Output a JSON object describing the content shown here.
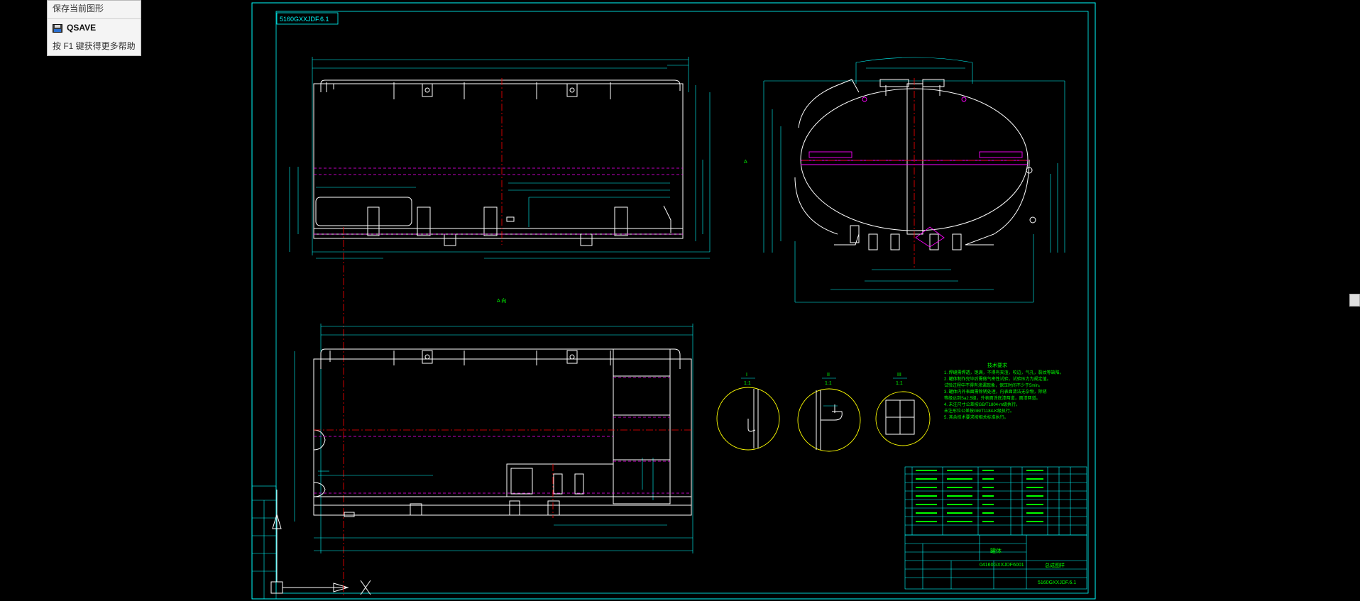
{
  "tooltip": {
    "description": "保存当前图形",
    "command": "QSAVE",
    "help": "按 F1 键获得更多帮助",
    "icon": "save-disk-icon"
  },
  "drawing": {
    "frame_tag": "5160GXXJDF.6.1",
    "view_label_a": "A",
    "view_label_a2": "A 向",
    "details": [
      {
        "top": "I",
        "bottom": "1:1"
      },
      {
        "top": "II",
        "bottom": "1:1"
      },
      {
        "top": "III",
        "bottom": "1:1"
      }
    ],
    "notes_title": "技术要求",
    "notes": [
      "1. 焊缝需焊透，饱满，不得有夹渣，咬边，气孔，裂纹等缺陷。",
      "2. 罐体制作完毕后需做气密性试验，试验压力为规定值。",
      "   试验过程中不得有渗漏现象，保压时间不少于5min。",
      "3. 罐体内外表面需除锈处理，内表面清洁无杂物，除锈",
      "   等级达到Sa2.5级，外表面涂底漆两道，面漆两道。",
      "4. 未注尺寸公差按GB/T1804-m级执行。",
      "   未注形位公差按GB/T1184-K级执行。",
      "5. 其余技术要求按相关标准执行。"
    ],
    "title_block": {
      "name": "罐体",
      "drawing_no": "04160GXXJDF6001",
      "part_title": "总成图样",
      "code": "5160GXXJDF.6.1"
    }
  },
  "colors": {
    "background": "#000000",
    "frame": "#00ffff",
    "outline": "#ffffff",
    "hidden": "#ff00ff",
    "center": "#ff0000",
    "text": "#00ff00",
    "detail": "#ffff00"
  }
}
